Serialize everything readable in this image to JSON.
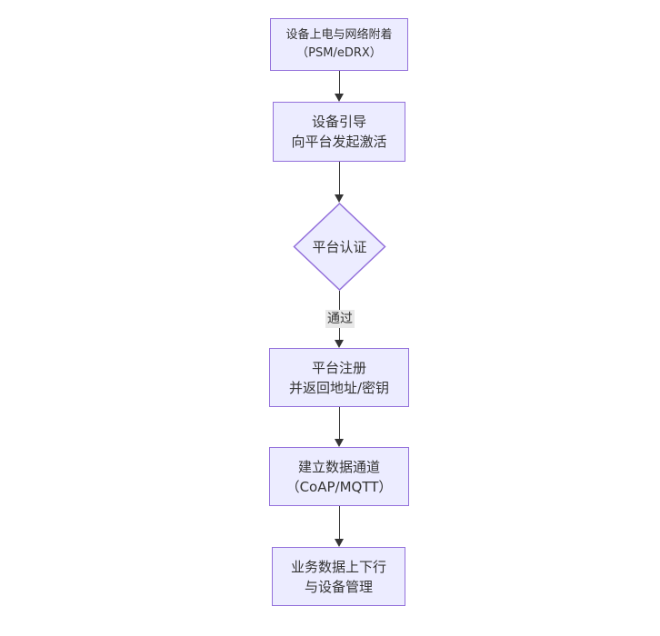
{
  "diagram": {
    "type": "flowchart-top-down",
    "colors": {
      "node_fill": "#ECECFF",
      "node_border": "#9370DB",
      "text": "#333333",
      "edge": "#333333",
      "edge_label_bg": "#e8e8e8",
      "background": "#ffffff"
    },
    "nodes": [
      {
        "id": "A",
        "shape": "rect",
        "lines": [
          "设备上电与网络附着",
          "（PSM/eDRX）"
        ]
      },
      {
        "id": "B",
        "shape": "rect",
        "lines": [
          "设备引导",
          "向平台发起激活"
        ]
      },
      {
        "id": "C",
        "shape": "diamond",
        "lines": [
          "平台认证"
        ]
      },
      {
        "id": "D",
        "shape": "rect",
        "lines": [
          "平台注册",
          "并返回地址/密钥"
        ]
      },
      {
        "id": "E",
        "shape": "rect",
        "lines": [
          "建立数据通道",
          "（CoAP/MQTT）"
        ]
      },
      {
        "id": "F",
        "shape": "rect",
        "lines": [
          "业务数据上下行",
          "与设备管理"
        ]
      }
    ],
    "edges": [
      {
        "from": "A",
        "to": "B",
        "label": ""
      },
      {
        "from": "B",
        "to": "C",
        "label": ""
      },
      {
        "from": "C",
        "to": "D",
        "label": "通过"
      },
      {
        "from": "D",
        "to": "E",
        "label": ""
      },
      {
        "from": "E",
        "to": "F",
        "label": ""
      }
    ]
  }
}
